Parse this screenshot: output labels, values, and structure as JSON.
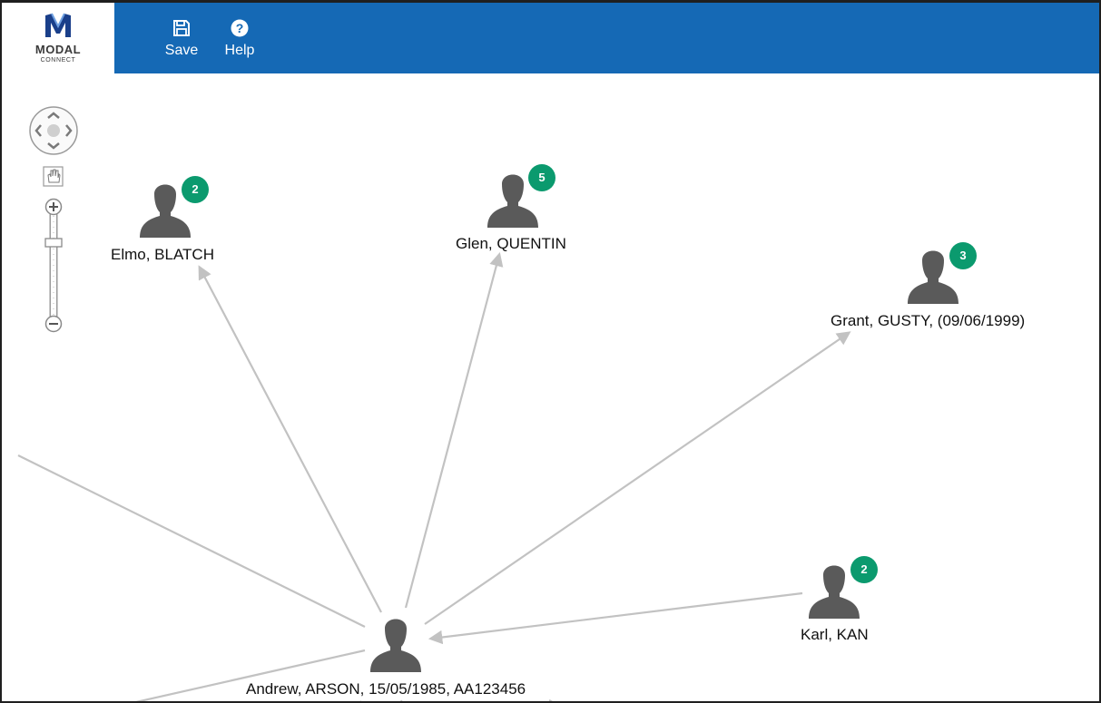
{
  "app": {
    "logo_title": "MODAL",
    "logo_subtitle": "CONNECT"
  },
  "toolbar": {
    "save_label": "Save",
    "help_label": "Help"
  },
  "colors": {
    "topbar": "#1569b5",
    "badge": "#0b9a6e",
    "person": "#5a5a5a",
    "edge": "#c2c2c2"
  },
  "icons": {
    "save": "save-icon",
    "help": "help-icon",
    "pan": "pan-control-icon",
    "hand": "hand-icon",
    "zoom_in": "zoom-in-icon",
    "zoom_out": "zoom-out-icon",
    "person": "person-icon"
  },
  "graph": {
    "nodes": [
      {
        "id": "elmo",
        "label": "Elmo, BLATCH",
        "badge": "2"
      },
      {
        "id": "glen",
        "label": "Glen, QUENTIN",
        "badge": "5"
      },
      {
        "id": "grant",
        "label": "Grant, GUSTY, (09/06/1999)",
        "badge": "3"
      },
      {
        "id": "karl",
        "label": "Karl, KAN",
        "badge": "2"
      },
      {
        "id": "andrew",
        "label": "Andrew, ARSON, 15/05/1985, AA123456"
      }
    ]
  }
}
